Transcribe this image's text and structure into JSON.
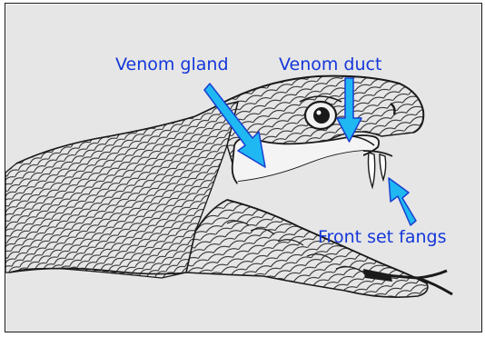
{
  "labels": {
    "venom_gland": "Venom gland",
    "venom_duct": "Venom duct",
    "front_fangs": "Front set fangs"
  },
  "colors": {
    "background": "#e6e6e6",
    "label_text": "#1437d9",
    "arrow_fill": "#1fb8f2",
    "arrow_outline": "#1a3fd0",
    "ink": "#1a1a1a"
  },
  "icons": {
    "arrow": "callout-arrow"
  }
}
